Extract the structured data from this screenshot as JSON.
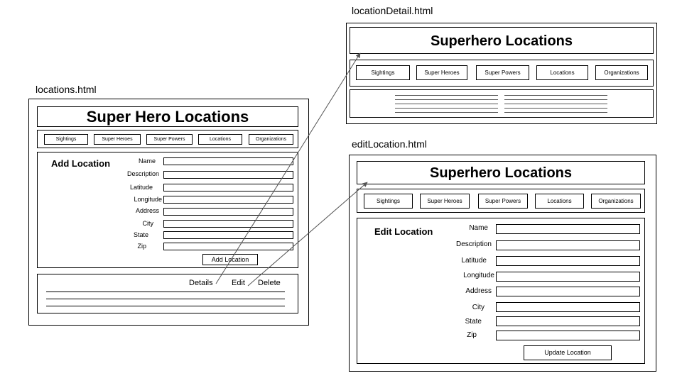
{
  "locations_page": {
    "file_name": "locations.html",
    "title": "Super Hero Locations",
    "nav": [
      "Sightings",
      "Super Heroes",
      "Super Powers",
      "Locations",
      "Organizations"
    ],
    "form_heading": "Add Location",
    "fields": [
      "Name",
      "Description",
      "Latitude",
      "Longitude",
      "Address",
      "City",
      "State",
      "Zip"
    ],
    "submit_label": "Add Location",
    "row_actions": {
      "details": "Details",
      "edit": "Edit",
      "delete": "Delete"
    }
  },
  "detail_page": {
    "file_name": "locationDetail.html",
    "title": "Superhero Locations",
    "nav": [
      "Sightings",
      "Super Heroes",
      "Super Powers",
      "Locations",
      "Organizations"
    ]
  },
  "edit_page": {
    "file_name": "editLocation.html",
    "title": "Superhero Locations",
    "nav": [
      "Sightings",
      "Super Heroes",
      "Super Powers",
      "Locations",
      "Organizations"
    ],
    "form_heading": "Edit Location",
    "fields": [
      "Name",
      "Description",
      "Latitude",
      "Longitude",
      "Address",
      "City",
      "State",
      "Zip"
    ],
    "submit_label": "Update Location"
  },
  "connectors": [
    {
      "from": "Details",
      "to": "locationDetail.html"
    },
    {
      "from": "Edit",
      "to": "editLocation.html"
    }
  ]
}
